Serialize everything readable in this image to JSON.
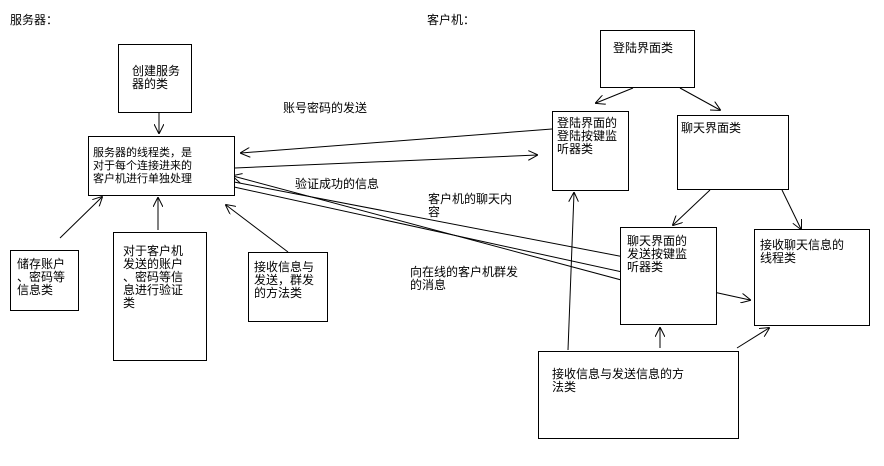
{
  "headings": {
    "server": "服务器：",
    "client": "客户机："
  },
  "boxes": {
    "create_server_class": "创建服务\n器的类",
    "server_thread_class": "服务器的线程类，是\n对于每个连接进来的\n客户机进行单独处理",
    "store_account_class": "储存账户\n、密码等\n信息类",
    "verify_account_class": "对于客户机\n发送的账户\n、密码等信\n息进行验证\n类",
    "server_send_receive_method_class": "接收信息与\n发送，群发\n的方法类",
    "login_ui_class": "登陆界面类",
    "login_button_listener_class": "登陆界面的\n登陆按键监\n听器类",
    "chat_ui_class": "聊天界面类",
    "chat_send_button_listener_class": "聊天界面的\n发送按键监\n听器类",
    "receive_chat_thread_class": "接收聊天信息的\n线程类",
    "client_send_receive_method_class": "接收信息与发送信息的方\n法类"
  },
  "edge_labels": {
    "send_account_password": "账号密码的发送",
    "verify_success": "验证成功的信息",
    "client_chat_content": "客户机的聊天内\n容",
    "broadcast_to_online": "向在线的客户机群发\n的消息"
  }
}
